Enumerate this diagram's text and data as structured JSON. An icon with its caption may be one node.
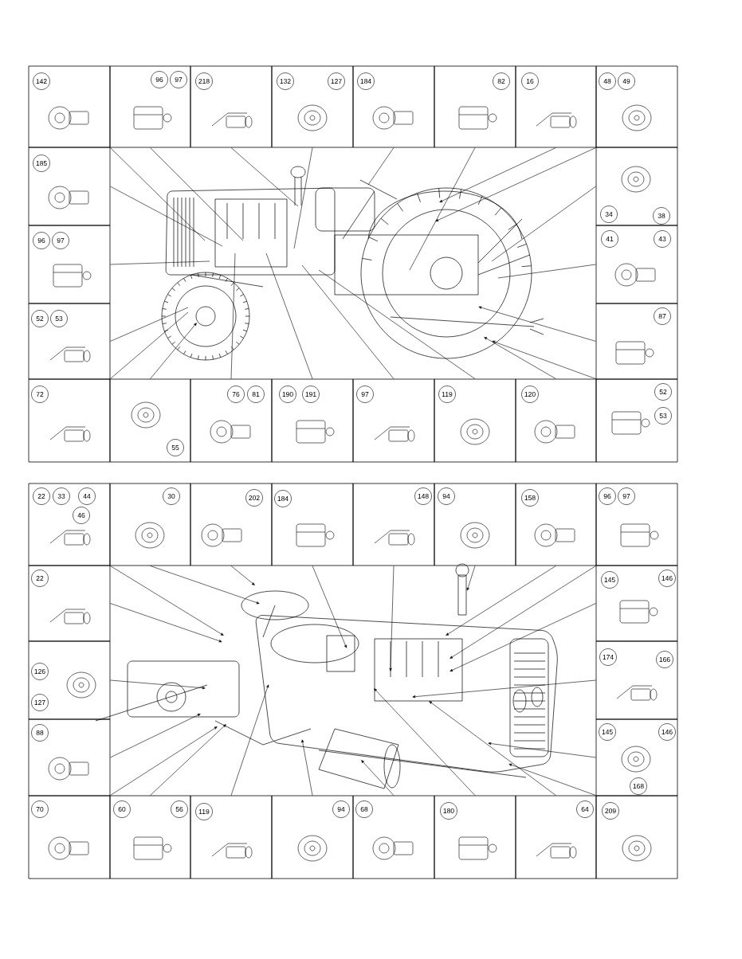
{
  "diagram": {
    "nodes": [
      {
        "text": [
          "142"
        ]
      },
      {
        "text": [
          "96",
          "97"
        ]
      },
      {
        "text": [
          "218"
        ]
      },
      {
        "text": [
          "132",
          "127"
        ]
      },
      {
        "text": [
          "184"
        ]
      },
      {
        "text": [
          "82"
        ]
      },
      {
        "text": [
          "16"
        ]
      },
      {
        "text": [
          "48",
          "49"
        ]
      },
      {
        "text": [
          "185"
        ]
      },
      {
        "text": [
          "96",
          "97"
        ]
      },
      {
        "text": [
          "52",
          "53"
        ]
      },
      {
        "text": [
          "34",
          "38"
        ]
      },
      {
        "text": [
          "41",
          "43"
        ]
      },
      {
        "text": [
          "87"
        ]
      },
      {
        "text": [
          "72"
        ]
      },
      {
        "text": [
          "55"
        ]
      },
      {
        "text": [
          "76",
          "81"
        ]
      },
      {
        "text": [
          "190",
          "191"
        ]
      },
      {
        "text": [
          "97"
        ]
      },
      {
        "text": [
          "119"
        ]
      },
      {
        "text": [
          "120"
        ]
      },
      {
        "text": [
          "52",
          "53"
        ]
      },
      {
        "text": [
          "22",
          "33",
          "44",
          "46"
        ]
      },
      {
        "text": [
          "30"
        ]
      },
      {
        "text": [
          "202"
        ]
      },
      {
        "text": [
          "184"
        ]
      },
      {
        "text": [
          "148"
        ]
      },
      {
        "text": [
          "94"
        ]
      },
      {
        "text": [
          "158"
        ]
      },
      {
        "text": [
          "96",
          "97"
        ]
      },
      {
        "text": [
          "22"
        ]
      },
      {
        "text": [
          "126",
          "127"
        ]
      },
      {
        "text": [
          "88"
        ]
      },
      {
        "text": [
          "145",
          "146"
        ]
      },
      {
        "text": [
          "174",
          "166"
        ]
      },
      {
        "text": [
          "145",
          "146",
          "168"
        ]
      },
      {
        "text": [
          "70"
        ]
      },
      {
        "text": [
          "60",
          "56"
        ]
      },
      {
        "text": [
          "119"
        ]
      },
      {
        "text": [
          "94"
        ]
      },
      {
        "text": [
          "68"
        ]
      },
      {
        "text": [
          "180"
        ]
      },
      {
        "text": [
          "64"
        ]
      },
      {
        "text": [
          "209"
        ]
      }
    ],
    "edges": [
      {
        "from": 0,
        "to": null,
        "arrow": "none"
      },
      {
        "from": 1,
        "to": null,
        "arrow": "none"
      },
      {
        "from": 2,
        "to": null,
        "arrow": "none"
      },
      {
        "from": 3,
        "to": null,
        "arrow": "none"
      },
      {
        "from": 4,
        "to": null,
        "arrow": "none"
      },
      {
        "from": 5,
        "to": null,
        "arrow": "none"
      },
      {
        "from": 6,
        "to": null,
        "arrow": "to"
      },
      {
        "from": 7,
        "to": null,
        "arrow": "to"
      },
      {
        "from": 8,
        "to": null,
        "arrow": "none"
      },
      {
        "from": 9,
        "to": null,
        "arrow": "none"
      },
      {
        "from": 10,
        "to": null,
        "arrow": "none"
      },
      {
        "from": 11,
        "to": null,
        "arrow": "none"
      },
      {
        "from": 12,
        "to": null,
        "arrow": "none"
      },
      {
        "from": 13,
        "to": null,
        "arrow": "to"
      },
      {
        "from": 14,
        "to": null,
        "arrow": "none"
      },
      {
        "from": 15,
        "to": null,
        "arrow": "to"
      },
      {
        "from": 16,
        "to": null,
        "arrow": "none"
      },
      {
        "from": 17,
        "to": null,
        "arrow": "none"
      },
      {
        "from": 18,
        "to": null,
        "arrow": "none"
      },
      {
        "from": 19,
        "to": null,
        "arrow": "none"
      },
      {
        "from": 20,
        "to": null,
        "arrow": "to"
      },
      {
        "from": 21,
        "to": null,
        "arrow": "to"
      },
      {
        "from": 22,
        "to": null,
        "arrow": "to"
      },
      {
        "from": 23,
        "to": null,
        "arrow": "to"
      },
      {
        "from": 24,
        "to": null,
        "arrow": "to"
      },
      {
        "from": 25,
        "to": null,
        "arrow": "to"
      },
      {
        "from": 26,
        "to": null,
        "arrow": "to"
      },
      {
        "from": 27,
        "to": null,
        "arrow": "to"
      },
      {
        "from": 28,
        "to": null,
        "arrow": "to"
      },
      {
        "from": 29,
        "to": null,
        "arrow": "to"
      },
      {
        "from": 30,
        "to": null,
        "arrow": "to"
      },
      {
        "from": 31,
        "to": null,
        "arrow": "to"
      },
      {
        "from": 32,
        "to": null,
        "arrow": "to"
      },
      {
        "from": 33,
        "to": null,
        "arrow": "to"
      },
      {
        "from": 34,
        "to": null,
        "arrow": "to"
      },
      {
        "from": 35,
        "to": null,
        "arrow": "to"
      },
      {
        "from": 36,
        "to": null,
        "arrow": "to"
      },
      {
        "from": 37,
        "to": null,
        "arrow": "to"
      },
      {
        "from": 38,
        "to": null,
        "arrow": "to"
      },
      {
        "from": 39,
        "to": null,
        "arrow": "to"
      },
      {
        "from": 40,
        "to": null,
        "arrow": "to"
      },
      {
        "from": 41,
        "to": null,
        "arrow": "to"
      },
      {
        "from": 42,
        "to": null,
        "arrow": "to"
      },
      {
        "from": 43,
        "to": null,
        "arrow": "to"
      }
    ]
  }
}
